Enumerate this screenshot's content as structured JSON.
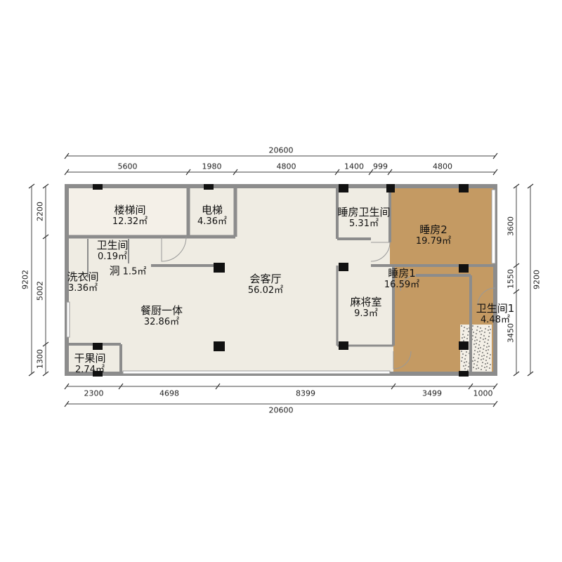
{
  "colors": {
    "wall": "#8c8c8c",
    "floor": "#efece3",
    "wood": "#c49a63",
    "stair": "#f4f0e8",
    "tile": "#eeeae2"
  },
  "rooms": [
    {
      "name": "楼梯间",
      "area": "12.32㎡"
    },
    {
      "name": "电梯",
      "area": "4.36㎡"
    },
    {
      "name": "睡房卫生间",
      "area": "5.31㎡"
    },
    {
      "name": "睡房2",
      "area": "19.79㎡"
    },
    {
      "name": "卫生间",
      "area": "0.19㎡"
    },
    {
      "name": "洞",
      "area": "1.5㎡"
    },
    {
      "name": "洗衣间",
      "area": "3.36㎡"
    },
    {
      "name": "会客厅",
      "area": "56.02㎡"
    },
    {
      "name": "睡房1",
      "area": "16.59㎡"
    },
    {
      "name": "麻将室",
      "area": "9.3㎡"
    },
    {
      "name": "卫生间1",
      "area": "4.48㎡"
    },
    {
      "name": "餐厨一体",
      "area": "32.86㎡"
    },
    {
      "name": "干果间",
      "area": "2.74㎡"
    }
  ],
  "dimensions": {
    "top_total": "20600",
    "top": [
      "5600",
      "1980",
      "4800",
      "1400",
      "999",
      "4800"
    ],
    "bottom": [
      "2300",
      "4698",
      "8399",
      "3499",
      "1000"
    ],
    "bottom_total": "20600",
    "left_total": "9202",
    "left": [
      "2200",
      "5002",
      "1300"
    ],
    "right": [
      "3600",
      "1550",
      "3450"
    ],
    "right_total": "9200"
  }
}
